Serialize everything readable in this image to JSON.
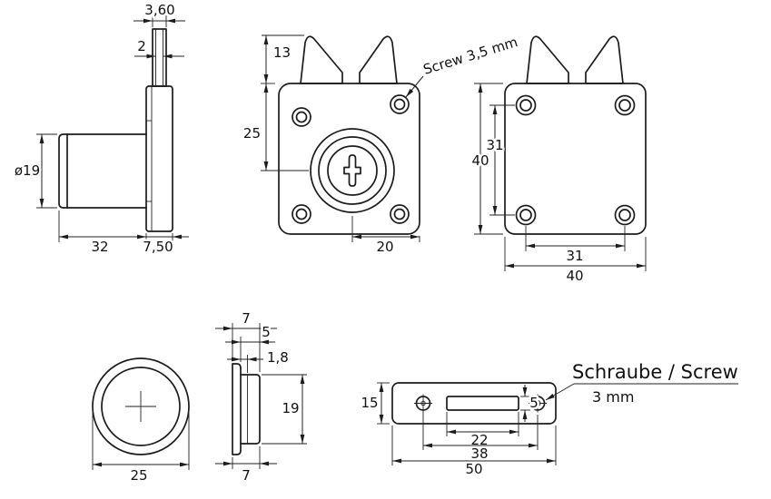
{
  "lock_side_view": {
    "dim_latch_width": "3,60",
    "dim_latch_inner": "2",
    "dim_barrel_diameter": "ø19",
    "dim_barrel_length": "32",
    "dim_plate_depth": "7,50"
  },
  "lock_front_view": {
    "dim_latch_height": "13",
    "dim_cylinder_center": "25",
    "dim_cylinder_offset": "20",
    "screw_note": "Screw 3,5 mm"
  },
  "lock_back_view": {
    "dim_body_height": "40",
    "dim_hole_spacing_v": "31",
    "dim_hole_spacing_h": "31",
    "dim_body_width": "40"
  },
  "rosette_front_view": {
    "dim_diameter": "25"
  },
  "rosette_side_view": {
    "dim_depth_total_top": "7",
    "dim_depth_outer": "5",
    "dim_flange_thickness": "1,8",
    "dim_bore_diameter": "19",
    "dim_depth_total_bottom": "7"
  },
  "strike_plate_view": {
    "dim_height": "15",
    "dim_slot_height": "5",
    "dim_slot_width": "22",
    "dim_hole_spacing": "38",
    "dim_width": "50",
    "screw_note_line1": "Schraube / Screw",
    "screw_note_line2": "3 mm"
  }
}
